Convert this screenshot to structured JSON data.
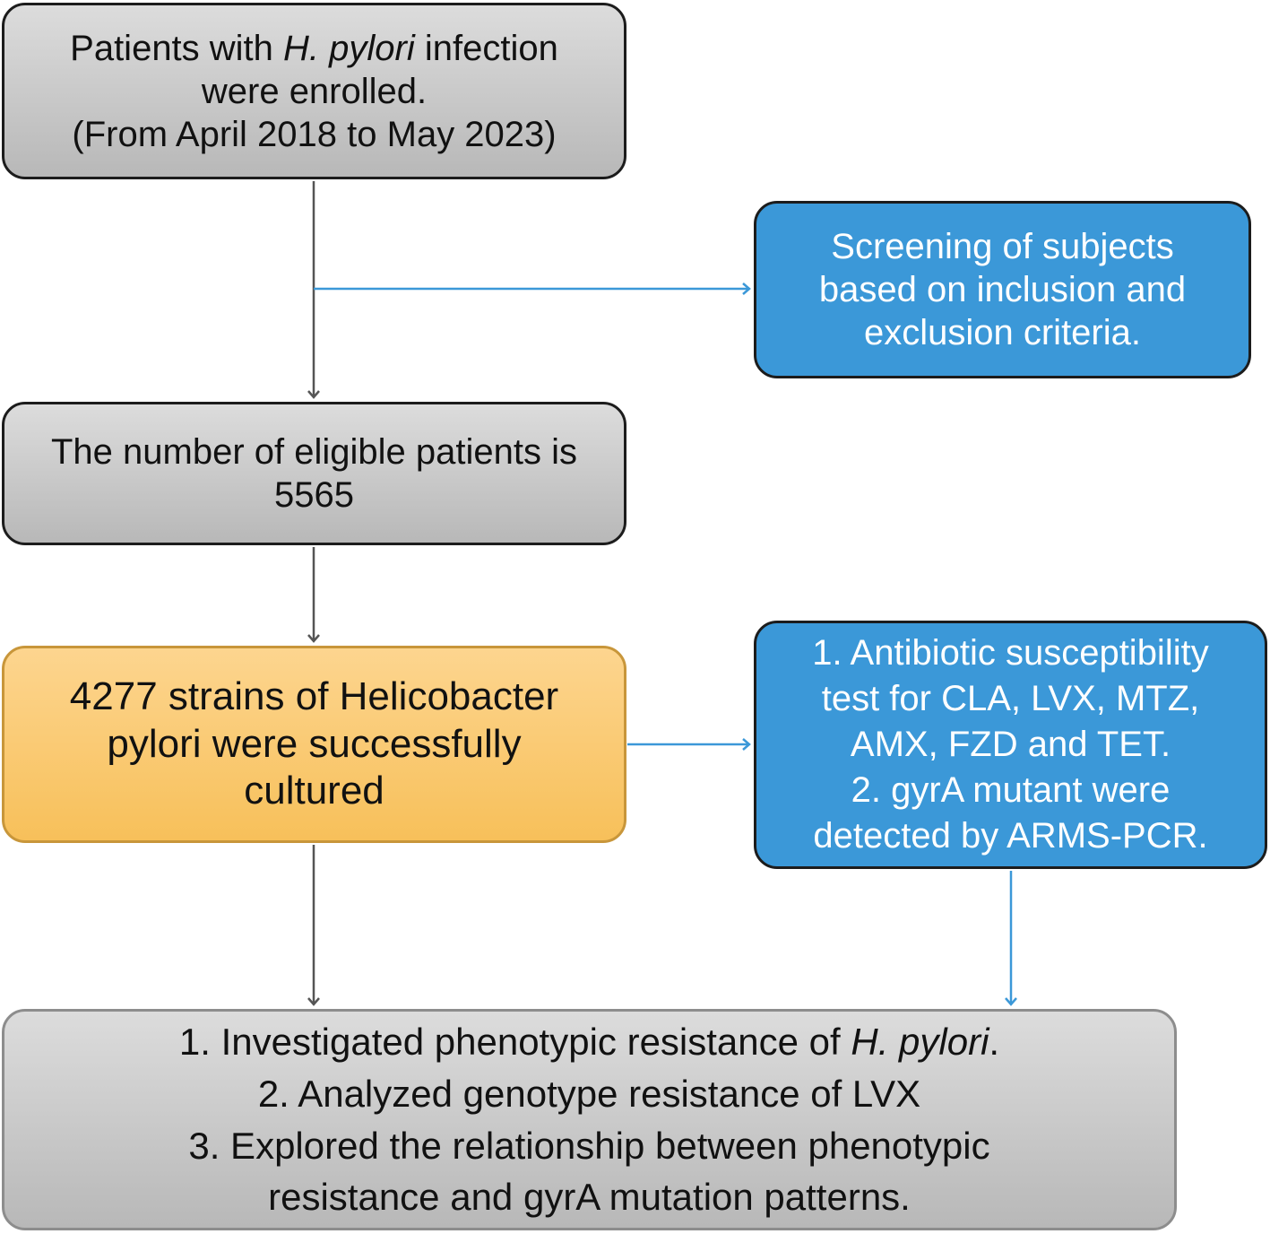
{
  "colors": {
    "gray_box": "#c8c8c8",
    "blue_box": "#3b98d8",
    "yellow_box": "#fbcd73",
    "gray_arrow": "#555555",
    "blue_arrow": "#3b98d8"
  },
  "nodes": {
    "enrollment": {
      "line1_pre": "Patients with ",
      "line1_italic": "H. pylori",
      "line1_post": " infection",
      "line2": "were enrolled.",
      "line3": "(From April 2018 to May 2023)"
    },
    "screening": {
      "line1": "Screening of subjects",
      "line2": "based on inclusion and",
      "line3": "exclusion criteria."
    },
    "eligible": {
      "line1": "The number of eligible patients is",
      "line2": "5565"
    },
    "cultured": {
      "line1": "4277 strains of Helicobacter",
      "line2": "pylori were successfully",
      "line3": "cultured"
    },
    "tests": {
      "line1": "1. Antibiotic susceptibility",
      "line2": "test for CLA, LVX, MTZ,",
      "line3": "AMX, FZD and TET.",
      "line4": "2. gyrA mutant were",
      "line5": "detected by ARMS-PCR."
    },
    "outcomes": {
      "line1_pre": "1.  Investigated phenotypic resistance of ",
      "line1_italic": "H. pylori",
      "line1_post": ".",
      "line2": "2. Analyzed genotype resistance of LVX",
      "line3": "3. Explored the relationship between phenotypic",
      "line4": "resistance and gyrA mutation patterns."
    }
  }
}
